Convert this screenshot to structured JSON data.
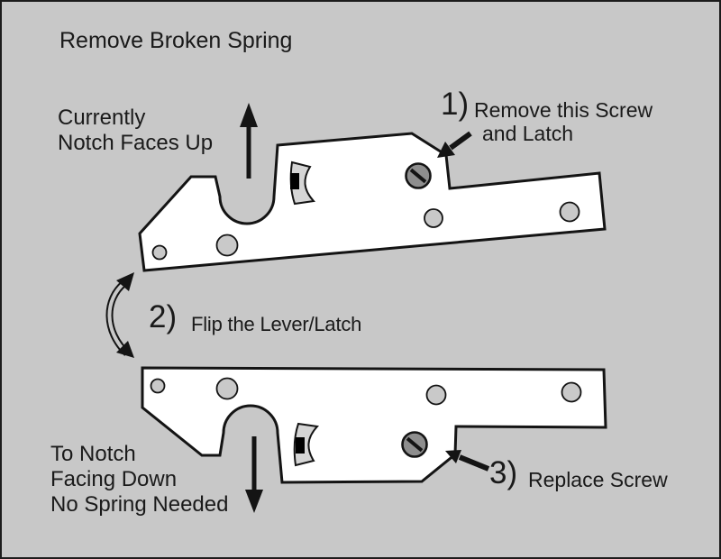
{
  "title": "Remove Broken Spring",
  "labels": {
    "current_state": {
      "line1": "Currently",
      "line2": "Notch Faces Up"
    },
    "result_state": {
      "line1": "To Notch",
      "line2": "Facing Down",
      "line3": "No Spring Needed"
    }
  },
  "steps": [
    {
      "number": "1)",
      "line1": "Remove this Screw",
      "line2": "and Latch"
    },
    {
      "number": "2)",
      "text": "Flip the Lever/Latch"
    },
    {
      "number": "3)",
      "text": "Replace Screw"
    }
  ],
  "icons": {
    "up_arrow": "arrow-up",
    "down_arrow": "arrow-down",
    "flip_arrow": "curved-double-headed-arrow",
    "step1_arrow": "arrow-pointer-to-screw",
    "step3_arrow": "arrow-pointer-to-screw",
    "screw": "slotted-screw-head",
    "latch": "curved-lever-latch"
  },
  "colors": {
    "background": "#c8c8c8",
    "frame": "#1c1c1c",
    "plate_fill": "#ffffff",
    "outline": "#141414",
    "hole_fill": "#c9c9c9",
    "screw_fill": "#8e8e8e",
    "latch_fill": "#d5d5d5",
    "latch_slot": "#000000",
    "arrow": "#141414",
    "text": "#1a1a1a"
  }
}
